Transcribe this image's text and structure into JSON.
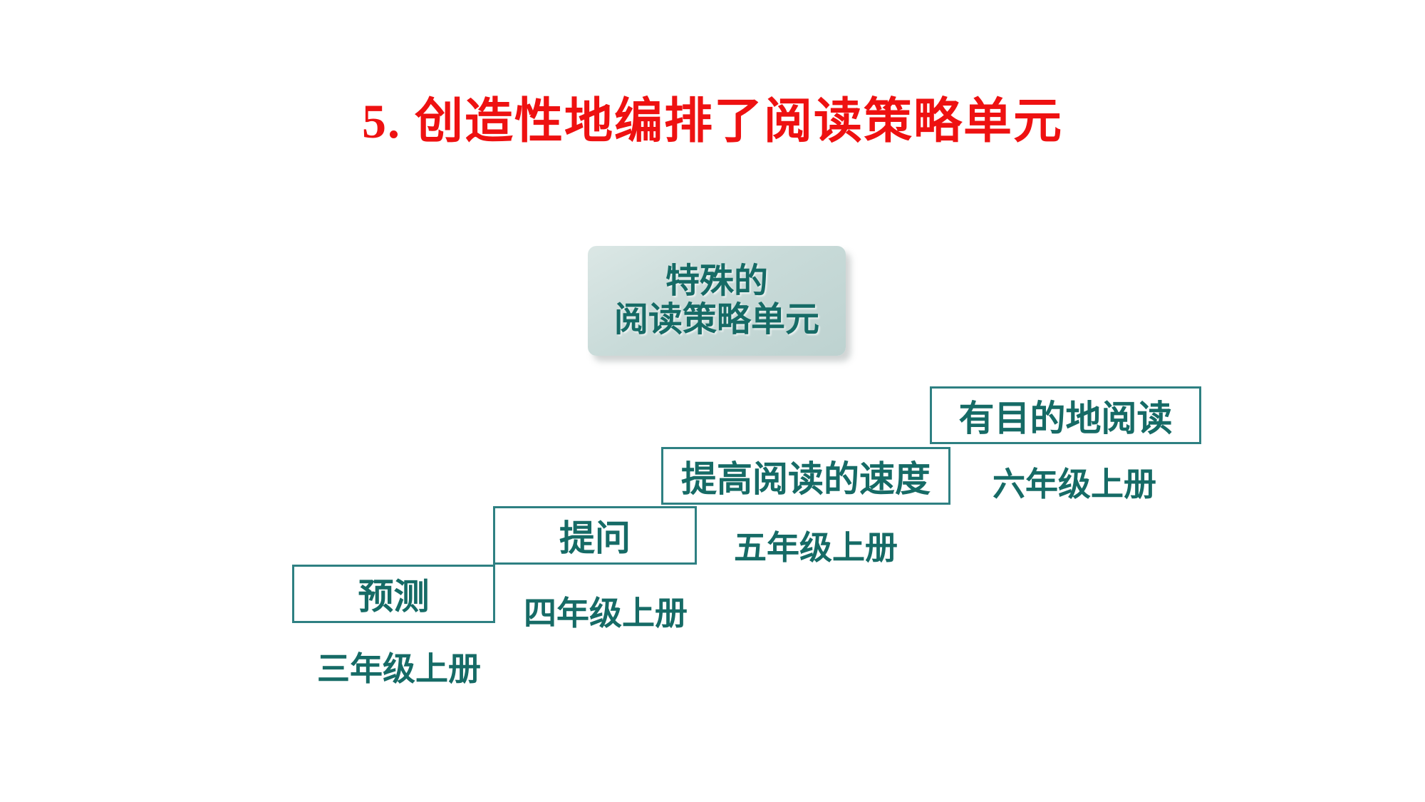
{
  "title": "5. 创造性地编排了阅读策略单元",
  "center_box": {
    "line1": "特殊的",
    "line2": "阅读策略单元"
  },
  "steps": [
    {
      "label": "预测",
      "grade": "三年级上册"
    },
    {
      "label": "提问",
      "grade": "四年级上册"
    },
    {
      "label": "提高阅读的速度",
      "grade": "五年级上册"
    },
    {
      "label": "有目的地阅读",
      "grade": "六年级上册"
    }
  ],
  "colors": {
    "title_red": "#ee1111",
    "step_border_teal": "#2e8082",
    "text_teal": "#166b66",
    "center_box_fill": "#c9dbd9"
  }
}
